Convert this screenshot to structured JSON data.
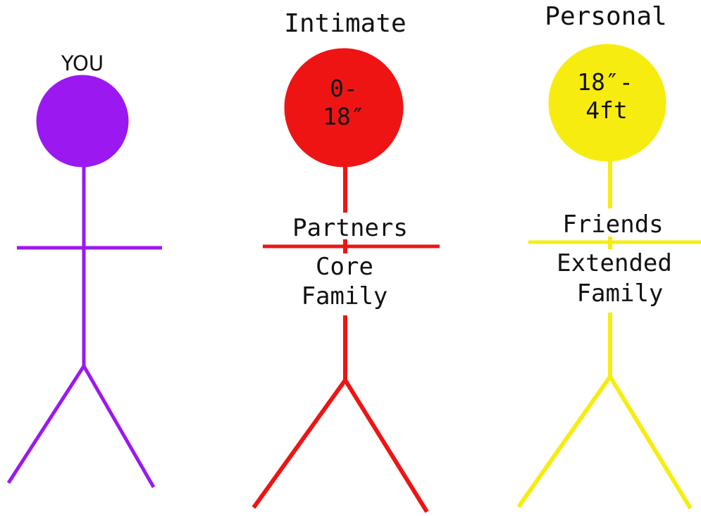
{
  "you": {
    "label": "YOU",
    "color": "#9b19f0"
  },
  "intimate": {
    "title": "Intimate",
    "distance_line1": "0-",
    "distance_line2": "18″",
    "upper_label": "Partners",
    "lower_label_line1": "Core",
    "lower_label_line2": "Family",
    "color": "#ef1414"
  },
  "personal": {
    "title": "Personal",
    "distance_line1": "18″-",
    "distance_line2": "4ft",
    "upper_label": "Friends",
    "lower_label_line1": "Extended",
    "lower_label_line2": "Family",
    "color": "#f7ec10"
  }
}
